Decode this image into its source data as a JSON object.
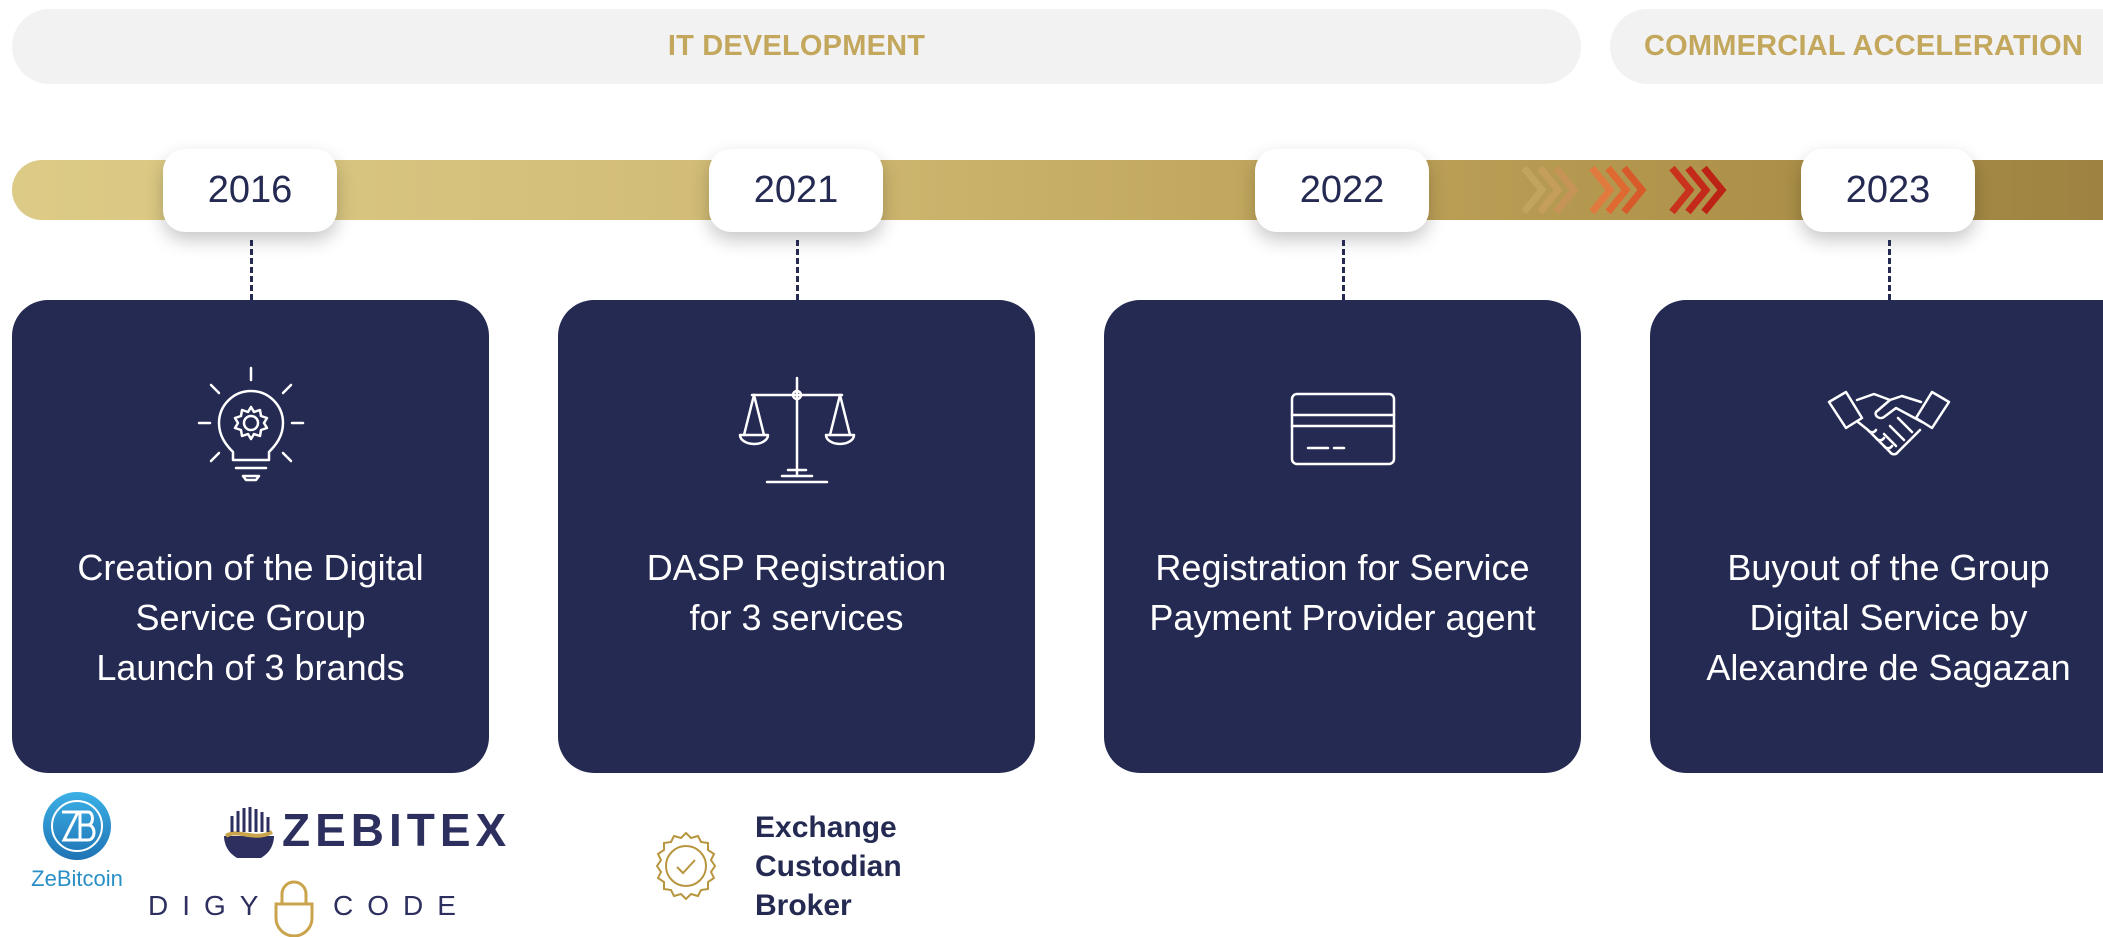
{
  "phases": {
    "it_development": "IT DEVELOPMENT",
    "commercial_acceleration": "COMMERCIAL ACCELERATION"
  },
  "colors": {
    "gold": "#c3a75d",
    "navy": "#252a52",
    "pill_bg": "#f2f2f2",
    "chevron_red": "#c9321d"
  },
  "milestones": [
    {
      "year": "2016",
      "icon": "lightbulb-gear-icon",
      "lines": [
        "Creation of the Digital",
        "Service Group",
        "Launch of 3 brands"
      ]
    },
    {
      "year": "2021",
      "icon": "scales-icon",
      "lines": [
        "DASP Registration",
        "for 3 services"
      ]
    },
    {
      "year": "2022",
      "icon": "credit-card-icon",
      "lines": [
        "Registration for Service",
        "Payment Provider agent"
      ]
    },
    {
      "year": "2023",
      "icon": "handshake-icon",
      "lines": [
        "Buyout of the Group",
        "Digital Service by",
        "Alexandre de Sagazan"
      ]
    }
  ],
  "brands": {
    "zebitcoin": "ZeBitcoin",
    "zebitex": "ZEBITEX",
    "digycode_left": "DIGY",
    "digycode_right": "CODE"
  },
  "services": {
    "icon": "certified-badge-icon",
    "items": [
      "Exchange",
      "Custodian",
      "Broker"
    ]
  }
}
